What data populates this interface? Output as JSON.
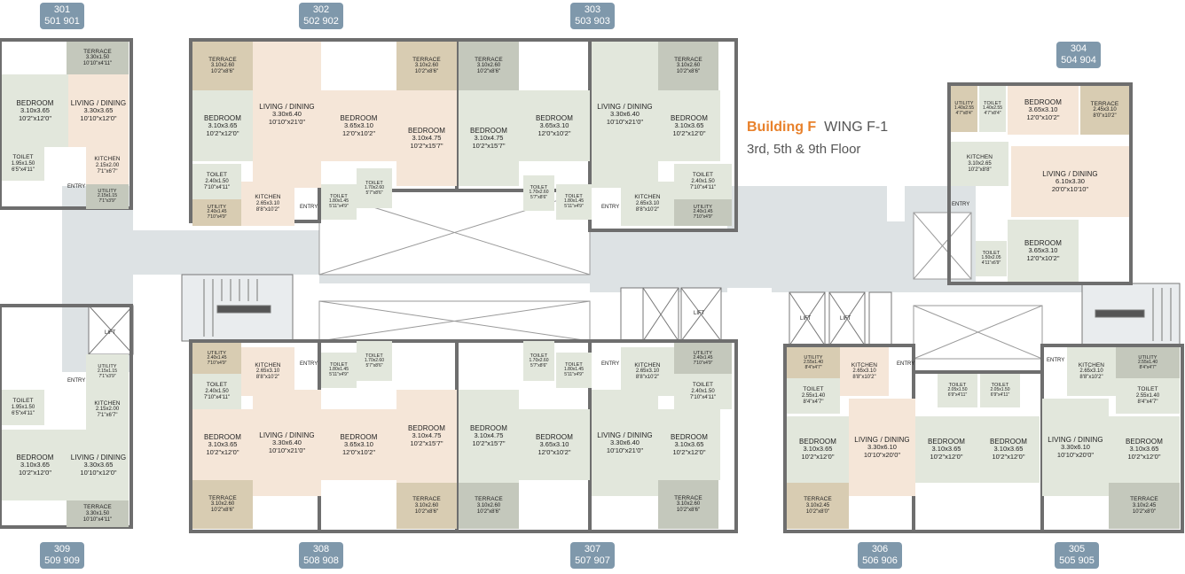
{
  "title": {
    "building": "Building F",
    "wing": "WING F-1",
    "floors": "3rd, 5th & 9th Floor"
  },
  "colors": {
    "living": "#f5e6d8",
    "bedroom": "#e2e7dc",
    "terrace": "#d8ccb2",
    "corridor": "#dde2e4",
    "walls": "#7a7a7a",
    "tag": "#7f98ab",
    "accent": "#e8812b"
  },
  "flat_tags": {
    "f301": {
      "line1": "301",
      "line2": "501  901"
    },
    "f302": {
      "line1": "302",
      "line2": "502  902"
    },
    "f303": {
      "line1": "303",
      "line2": "503  903"
    },
    "f304": {
      "line1": "304",
      "line2": "504  904"
    },
    "f305": {
      "line1": "305",
      "line2": "505  905"
    },
    "f306": {
      "line1": "306",
      "line2": "506  906"
    },
    "f307": {
      "line1": "307",
      "line2": "507  907"
    },
    "f308": {
      "line1": "308",
      "line2": "508  908"
    },
    "f309": {
      "line1": "309",
      "line2": "509  909"
    }
  },
  "rooms": {
    "r301_terr": {
      "n": "TERRACE",
      "d": "3.30x1.50",
      "f": "10'10\"x4'11\""
    },
    "r301_bed": {
      "n": "BEDROOM",
      "d": "3.10x3.65",
      "f": "10'2\"x12'0\""
    },
    "r301_liv": {
      "n": "LIVING / DINING",
      "d": "3.30x3.65",
      "f": "10'10\"x12'0\""
    },
    "r301_toi": {
      "n": "TOILET",
      "d": "1.95x1.50",
      "f": "6'5\"x4'11\""
    },
    "r301_kit": {
      "n": "KITCHEN",
      "d": "2.15x2.00",
      "f": "7'1\"x6'7\""
    },
    "r301_uti": {
      "n": "UTILITY",
      "d": "2.15x1.15",
      "f": "7'1\"x3'9\""
    },
    "r302_terr": {
      "n": "TERRACE",
      "d": "3.10x2.60",
      "f": "10'2\"x8'6\""
    },
    "r302_bed1": {
      "n": "BEDROOM",
      "d": "3.10x3.65",
      "f": "10'2\"x12'0\""
    },
    "r302_liv": {
      "n": "LIVING / DINING",
      "d": "3.30x6.40",
      "f": "10'10\"x21'0\""
    },
    "r302_bed2": {
      "n": "BEDROOM",
      "d": "3.65x3.10",
      "f": "12'0\"x10'2\""
    },
    "r302_toi1": {
      "n": "TOILET",
      "d": "2.40x1.50",
      "f": "7'10\"x4'11\""
    },
    "r302_uti": {
      "n": "UTILITY",
      "d": "2.40x1.45",
      "f": "7'10\"x4'9\""
    },
    "r302_kit": {
      "n": "KITCHEN",
      "d": "2.65x3.10",
      "f": "8'8\"x10'2\""
    },
    "r302_toi2": {
      "n": "TOILET",
      "d": "1.80x1.45",
      "f": "5'11\"x4'9\""
    },
    "r302_toi3": {
      "n": "TOILET",
      "d": "1.70x2.60",
      "f": "5'7\"x8'6\""
    },
    "rmid_t_terr1": {
      "n": "TERRACE",
      "d": "3.10x2.60",
      "f": "10'2\"x8'6\""
    },
    "rmid_t_terr2": {
      "n": "TERRACE",
      "d": "3.10x2.60",
      "f": "10'2\"x8'6\""
    },
    "rmid_t_bed1": {
      "n": "BEDROOM",
      "d": "3.10x4.75",
      "f": "10'2\"x15'7\""
    },
    "rmid_t_bed2": {
      "n": "BEDROOM",
      "d": "3.10x4.75",
      "f": "10'2\"x15'7\""
    },
    "r303_bed1": {
      "n": "BEDROOM",
      "d": "3.65x3.10",
      "f": "12'0\"x10'2\""
    },
    "r303_liv": {
      "n": "LIVING / DINING",
      "d": "3.30x6.40",
      "f": "10'10\"x21'0\""
    },
    "r303_terr": {
      "n": "TERRACE",
      "d": "3.10x2.60",
      "f": "10'2\"x8'6\""
    },
    "r303_bed2": {
      "n": "BEDROOM",
      "d": "3.10x3.65",
      "f": "10'2\"x12'0\""
    },
    "r303_toi1": {
      "n": "TOILET",
      "d": "1.70x2.60",
      "f": "5'7\"x8'6\""
    },
    "r303_toi2": {
      "n": "TOILET",
      "d": "1.80x1.45",
      "f": "5'11\"x4'9\""
    },
    "r303_kit": {
      "n": "KITCHEN",
      "d": "2.65x3.10",
      "f": "8'8\"x10'2\""
    },
    "r303_toi3": {
      "n": "TOILET",
      "d": "2.40x1.50",
      "f": "7'10\"x4'11\""
    },
    "r303_uti": {
      "n": "UTILITY",
      "d": "2.40x1.45",
      "f": "7'10\"x4'9\""
    },
    "r304_uti": {
      "n": "UTILITY",
      "d": "1.40x2.55",
      "f": "4'7\"x8'4\""
    },
    "r304_toi1": {
      "n": "TOILET",
      "d": "1.40x2.55",
      "f": "4'7\"x8'4\""
    },
    "r304_bed1": {
      "n": "BEDROOM",
      "d": "3.65x3.10",
      "f": "12'0\"x10'2\""
    },
    "r304_terr": {
      "n": "TERRACE",
      "d": "2.45x3.10",
      "f": "8'0\"x10'2\""
    },
    "r304_kit": {
      "n": "KITCHEN",
      "d": "3.10x2.65",
      "f": "10'2\"x8'8\""
    },
    "r304_liv": {
      "n": "LIVING / DINING",
      "d": "6.10x3.30",
      "f": "20'0\"x10'10\""
    },
    "r304_bed2": {
      "n": "BEDROOM",
      "d": "3.65x3.10",
      "f": "12'0\"x10'2\""
    },
    "r304_toi2": {
      "n": "TOILET",
      "d": "1.50x2.05",
      "f": "4'11\"x6'9\""
    },
    "r309_uti": {
      "n": "UTILITY",
      "d": "2.15x1.15",
      "f": "7'1\"x3'9\""
    },
    "r309_toi": {
      "n": "TOILET",
      "d": "1.95x1.50",
      "f": "6'5\"x4'11\""
    },
    "r309_kit": {
      "n": "KITCHEN",
      "d": "2.15x2.00",
      "f": "7'1\"x6'7\""
    },
    "r309_bed": {
      "n": "BEDROOM",
      "d": "3.10x3.65",
      "f": "10'2\"x12'0\""
    },
    "r309_liv": {
      "n": "LIVING / DINING",
      "d": "3.30x3.65",
      "f": "10'10\"x12'0\""
    },
    "r309_terr": {
      "n": "TERRACE",
      "d": "3.30x1.50",
      "f": "10'10\"x4'11\""
    },
    "r308_uti": {
      "n": "UTILITY",
      "d": "2.40x1.45",
      "f": "7'10\"x4'9\""
    },
    "r308_kit": {
      "n": "KITCHEN",
      "d": "2.65x3.10",
      "f": "8'8\"x10'2\""
    },
    "r308_toi1": {
      "n": "TOILET",
      "d": "2.40x1.50",
      "f": "7'10\"x4'11\""
    },
    "r308_toi2": {
      "n": "TOILET",
      "d": "1.80x1.45",
      "f": "5'11\"x4'9\""
    },
    "r308_toi3": {
      "n": "TOILET",
      "d": "1.70x2.60",
      "f": "5'7\"x8'6\""
    },
    "r308_bed1": {
      "n": "BEDROOM",
      "d": "3.10x3.65",
      "f": "10'2\"x12'0\""
    },
    "r308_liv": {
      "n": "LIVING / DINING",
      "d": "3.30x6.40",
      "f": "10'10\"x21'0\""
    },
    "r308_bed2": {
      "n": "BEDROOM",
      "d": "3.65x3.10",
      "f": "12'0\"x10'2\""
    },
    "r308_terr": {
      "n": "TERRACE",
      "d": "3.10x2.60",
      "f": "10'2\"x8'6\""
    },
    "rmid_b_bed1": {
      "n": "BEDROOM",
      "d": "3.10x4.75",
      "f": "10'2\"x15'7\""
    },
    "rmid_b_bed2": {
      "n": "BEDROOM",
      "d": "3.10x4.75",
      "f": "10'2\"x15'7\""
    },
    "rmid_b_terr1": {
      "n": "TERRACE",
      "d": "3.10x2.60",
      "f": "10'2\"x8'6\""
    },
    "rmid_b_terr2": {
      "n": "TERRACE",
      "d": "3.10x2.60",
      "f": "10'2\"x8'6\""
    },
    "r307_toi1": {
      "n": "TOILET",
      "d": "1.70x2.60",
      "f": "5'7\"x8'6\""
    },
    "r307_toi2": {
      "n": "TOILET",
      "d": "1.80x1.45",
      "f": "5'11\"x4'9\""
    },
    "r307_kit": {
      "n": "KITCHEN",
      "d": "2.65x3.10",
      "f": "8'8\"x10'2\""
    },
    "r307_uti": {
      "n": "UTILITY",
      "d": "2.40x1.45",
      "f": "7'10\"x4'9\""
    },
    "r307_toi3": {
      "n": "TOILET",
      "d": "2.40x1.50",
      "f": "7'10\"x4'11\""
    },
    "r307_bed1": {
      "n": "BEDROOM",
      "d": "3.65x3.10",
      "f": "12'0\"x10'2\""
    },
    "r307_liv": {
      "n": "LIVING / DINING",
      "d": "3.30x6.40",
      "f": "10'10\"x21'0\""
    },
    "r307_bed2": {
      "n": "BEDROOM",
      "d": "3.10x3.65",
      "f": "10'2\"x12'0\""
    },
    "r307_terr": {
      "n": "TERRACE",
      "d": "3.10x2.60",
      "f": "10'2\"x8'6\""
    },
    "r306_uti": {
      "n": "UTILITY",
      "d": "2.55x1.40",
      "f": "8'4\"x4'7\""
    },
    "r306_toi1": {
      "n": "TOILET",
      "d": "2.55x1.40",
      "f": "8'4\"x4'7\""
    },
    "r306_kit": {
      "n": "KITCHEN",
      "d": "2.65x3.10",
      "f": "8'8\"x10'2\""
    },
    "r306_bed1": {
      "n": "BEDROOM",
      "d": "3.10x3.65",
      "f": "10'2\"x12'0\""
    },
    "r306_liv": {
      "n": "LIVING / DINING",
      "d": "3.30x6.10",
      "f": "10'10\"x20'0\""
    },
    "r306_bed2": {
      "n": "BEDROOM",
      "d": "3.10x3.65",
      "f": "10'2\"x12'0\""
    },
    "r306_toi2": {
      "n": "TOILET",
      "d": "2.05x1.50",
      "f": "6'9\"x4'11\""
    },
    "r306_terr": {
      "n": "TERRACE",
      "d": "3.10x2.45",
      "f": "10'2\"x8'0\""
    },
    "r305_toi1": {
      "n": "TOILET",
      "d": "2.05x1.50",
      "f": "6'9\"x4'11\""
    },
    "r305_bed1": {
      "n": "BEDROOM",
      "d": "3.10x3.65",
      "f": "10'2\"x12'0\""
    },
    "r305_liv": {
      "n": "LIVING / DINING",
      "d": "3.30x6.10",
      "f": "10'10\"x20'0\""
    },
    "r305_kit": {
      "n": "KITCHEN",
      "d": "2.65x3.10",
      "f": "8'8\"x10'2\""
    },
    "r305_uti": {
      "n": "UTILITY",
      "d": "2.55x1.40",
      "f": "8'4\"x4'7\""
    },
    "r305_toi2": {
      "n": "TOILET",
      "d": "2.55x1.40",
      "f": "8'4\"x4'7\""
    },
    "r305_bed2": {
      "n": "BEDROOM",
      "d": "3.10x3.65",
      "f": "10'2\"x12'0\""
    },
    "r305_terr": {
      "n": "TERRACE",
      "d": "3.10x2.45",
      "f": "10'2\"x8'0\""
    }
  },
  "labels": {
    "entry": "ENTRY",
    "lift": "LIFT"
  }
}
